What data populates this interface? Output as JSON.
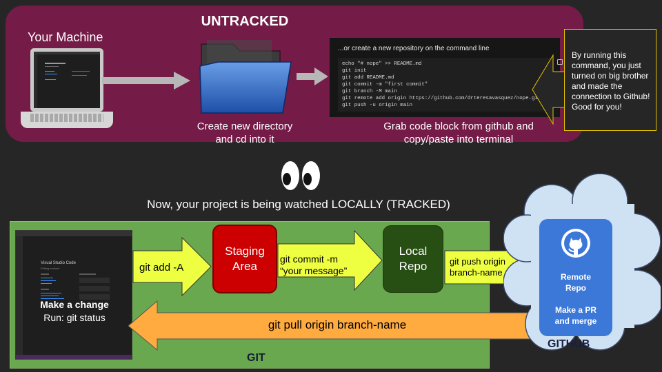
{
  "untracked": {
    "title": "UNTRACKED",
    "machine_label": "Your Machine",
    "folder_caption_line1": "Create new directory",
    "folder_caption_line2": "and cd into it",
    "terminal_caption_line1": "Grab code block from github and",
    "terminal_caption_line2": "copy/paste into terminal",
    "terminal": {
      "heading": "...or create a new repository on the command line",
      "lines": [
        "echo \"# nope\" >> README.md",
        "git init",
        "git add README.md",
        "git commit -m \"first commit\"",
        "git branch -M main",
        "git remote add origin https://github.com/drteresavasquez/nope.git",
        "git push -u origin main"
      ]
    },
    "callout": "By running this command, you just turned on big brother and made the connection to Github! Good for you!"
  },
  "middle": {
    "eyes_icon": "eyes-emoji",
    "tracked_text": "Now, your project is being watched LOCALLY (TRACKED)"
  },
  "git": {
    "label": "GIT",
    "editor": {
      "title": "Visual Studio Code",
      "subtitle": "Editing evolved"
    },
    "make_change": "Make a change",
    "run_status": "Run: git status",
    "add_label": "git add -A",
    "staging_line1": "Staging",
    "staging_line2": "Area",
    "commit_line1": "git commit -m",
    "commit_line2": "“your message”",
    "local_line1": "Local",
    "local_line2": "Repo",
    "push_line1": "git push origin",
    "push_line2": "branch-name",
    "pull_label": "git pull origin branch-name"
  },
  "github": {
    "label": "GITHUB",
    "remote_line1": "Remote",
    "remote_line2": "Repo",
    "pr_line1": "Make a PR",
    "pr_line2": "and merge",
    "logo_icon": "github-octocat-icon"
  },
  "colors": {
    "untracked_panel": "#741b47",
    "git_panel": "#6aa84f",
    "staging": "#cc0000",
    "local_repo": "#274e13",
    "remote_repo": "#3c78d8",
    "arrow_yellow": "#eeff41",
    "pull_arrow": "#ffab40",
    "callout_border": "#e8c200"
  }
}
